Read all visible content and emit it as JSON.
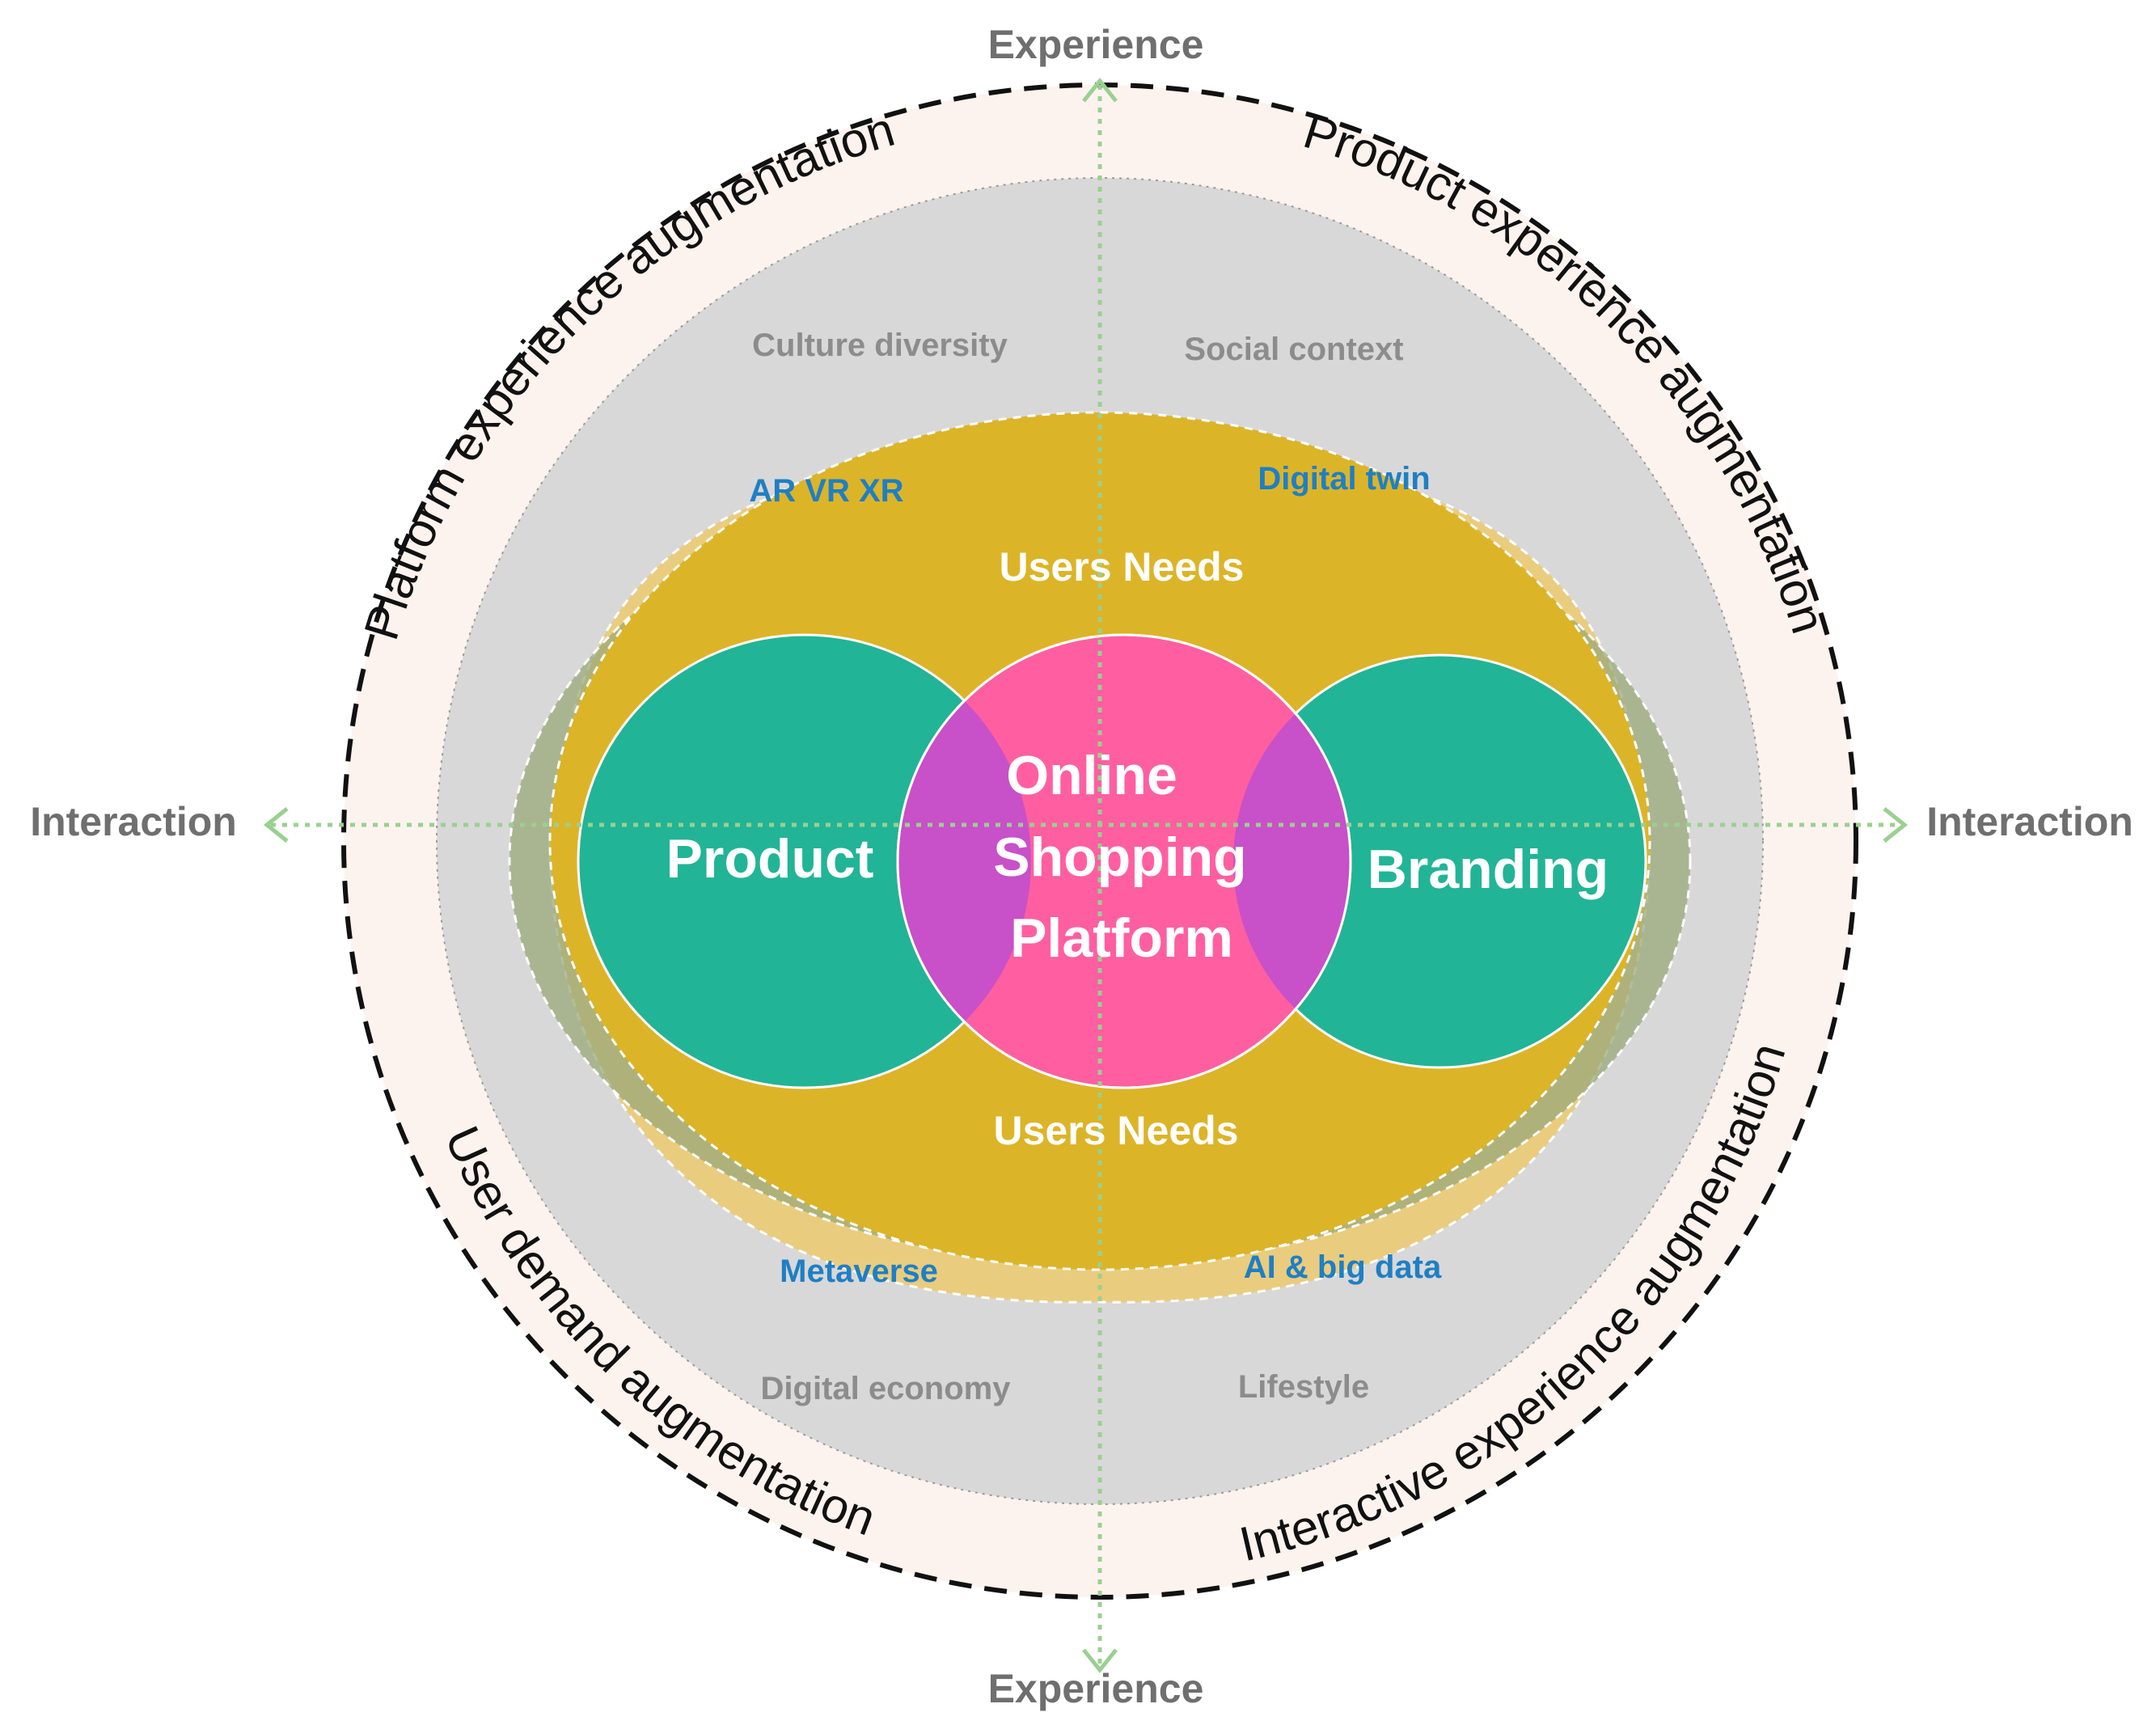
{
  "axes": {
    "top": "Experience",
    "bottom": "Experience",
    "left": "Interaction",
    "right": "Interaction"
  },
  "ring_labels": {
    "top_left": "Platform experience augmentation",
    "top_right": "Product experience augmentation",
    "bottom_left": "User demand augmentation",
    "bottom_right": "Interactive experience augmentation"
  },
  "context": {
    "top_left": "Culture diversity",
    "top_right": "Social context",
    "bottom_left": "Digital economy",
    "bottom_right": "Lifestyle"
  },
  "technology": {
    "top_left": "AR VR XR",
    "top_right": "Digital twin",
    "bottom_left": "Metaverse",
    "bottom_right": "AI & big data"
  },
  "needs": {
    "top": "Users Needs",
    "bottom": "Users Needs"
  },
  "core": {
    "left": "Product",
    "right": "Branding",
    "center_lines": [
      "Online",
      "Shopping",
      "Platform"
    ]
  },
  "colors": {
    "outer_ring_fill": "#fdf3ee",
    "outer_ring_stroke": "#111111",
    "context_fill": "#d8d8d8",
    "lens_fill": "#f0c860",
    "users_needs_fill": "#dcb428",
    "side_lens_fill": "#9aaa7a",
    "product_fill": "#22b496",
    "branding_fill": "#22b496",
    "center_fill": "#ff5fa0",
    "overlap_fill": "#c850c8",
    "axis_arrow": "#9ad090",
    "tech_text": "#1f7fc4",
    "context_text": "#8c8c8c",
    "axis_text": "#6f6f6f"
  }
}
